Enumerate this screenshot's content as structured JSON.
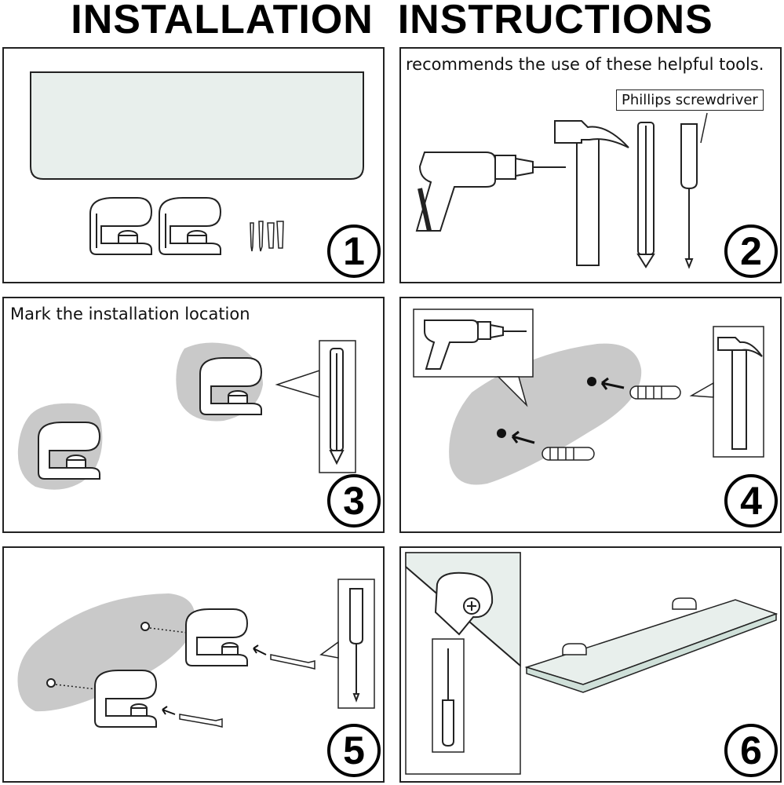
{
  "title": "INSTALLATION  INSTRUCTIONS",
  "steps": [
    {
      "number": "1",
      "caption": ""
    },
    {
      "number": "2",
      "caption": "recommends the use of these helpful tools.",
      "callout": "Phillips screwdriver"
    },
    {
      "number": "3",
      "caption": "Mark the installation location"
    },
    {
      "number": "4",
      "caption": ""
    },
    {
      "number": "5",
      "caption": ""
    },
    {
      "number": "6",
      "caption": ""
    }
  ],
  "colors": {
    "glass": "#e8efec",
    "wall": "#c9c9c9",
    "line": "#222222"
  }
}
